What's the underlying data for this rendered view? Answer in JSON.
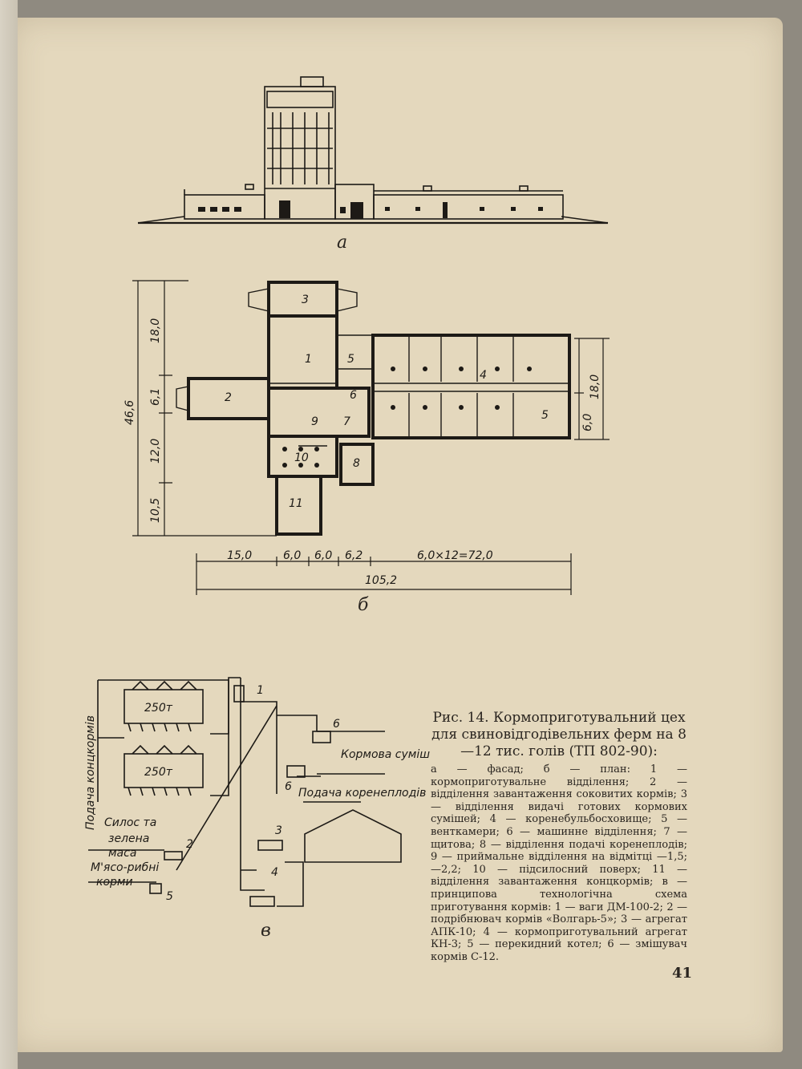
{
  "figures": {
    "a": {
      "label": "а"
    },
    "b": {
      "label": "б",
      "rooms": [
        "1",
        "2",
        "3",
        "4",
        "5",
        "6",
        "7",
        "8",
        "9",
        "10",
        "11",
        "5"
      ],
      "dims_vertical_left": [
        "18,0",
        "6,1",
        "12,0",
        "10,5"
      ],
      "dim_total_vertical": "46,6",
      "dims_vertical_right": [
        "18,0",
        "6,0"
      ],
      "dims_horizontal": [
        "15,0",
        "6,0",
        "6,0",
        "6,2",
        "6,0×12=72,0"
      ],
      "dim_total_horizontal": "105,2"
    },
    "c": {
      "label": "в",
      "bunker_1": "250т",
      "bunker_2": "250т",
      "left_vertical": "Подача концкормів",
      "silage": "Силос та",
      "green_1": "зелена",
      "green_2": "маса",
      "meat_1": "М'ясо-рибні",
      "meat_2": "корми",
      "mix": "Кормова суміш",
      "roots": "Подача коренеплодів",
      "num": [
        "1",
        "2",
        "3",
        "4",
        "5",
        "6",
        "6"
      ]
    }
  },
  "caption": {
    "title": "Рис. 14. Кормоприготувальний цех для свиновідгодівельних ферм на 8—12 тис. голів (ТП 802-90):",
    "body": "а — фасад; б — план: 1 — кормоприготувальне відділення; 2 — відділення завантаження соковитих кормів; 3 — відділення видачі готових кормових сумішей; 4 — коренебульбосховище; 5 — венткамери; 6 — машинне відділення; 7 — щитова; 8 — відділення подачі коренеплодів; 9 — приймальне відділення на відмітці —1,5; —2,2; 10 — підсилосний поверх; 11 — відділення завантаження концкормів; в — принципова технологічна схема приготування кормів: 1 — ваги ДМ-100-2; 2 — подрібнювач кормів «Волгарь-5»; 3 — агрегат АПК-10; 4 — кормоприготувальний агрегат КН-3; 5 — перекидний котел; 6 — змішувач кормів С-12."
  },
  "page_number": "41"
}
